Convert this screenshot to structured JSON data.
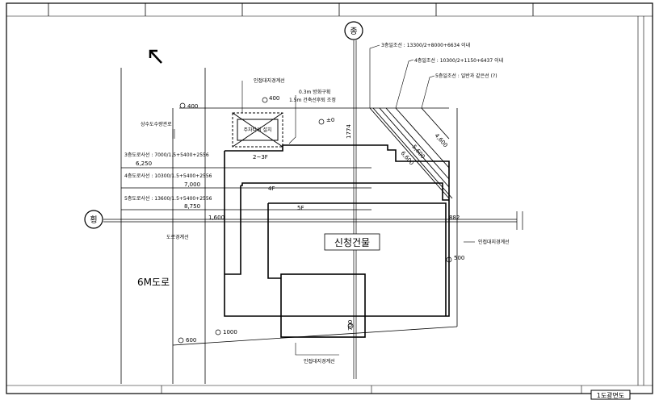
{
  "drawing": {
    "north_axis_label": "종",
    "west_axis_label": "횡",
    "road_label": "6M도로",
    "building_label": "신청건물",
    "stamp_label": "1도광면도"
  },
  "top_right_notes": {
    "line1": "3층일조선 : 13300/2+8000+6634 이내",
    "line2": "4층일조선 : 10300/2+1150+6437 이내",
    "line3": "5층일조선 : 일반과 같은선 (?)"
  },
  "left_notes": {
    "water_pipe": "상수도수량관로",
    "line_3f": "3층도로사선 : 7000/1.5+5400+2556",
    "dim_3f": "6,250",
    "line_4f": "4층도로사선 : 10300/1.5+5400+2556",
    "dim_4f": "7,000",
    "line_5f": "5층도로사선 : 13600/1.5+5400+2556",
    "dim_5f": "8,750",
    "road_boundary": "도로경계선"
  },
  "top_notes": {
    "site_boundary_top": "인접대지경계선",
    "front_distance": "0.3m 방화구획",
    "front_distance2": "1.5m 건축선후퇴 조정",
    "box_label": "주차타워 설치"
  },
  "right_notes": {
    "site_boundary_right": "인접대지경계선"
  },
  "bottom_notes": {
    "site_boundary_bottom": "인접대지경계선"
  },
  "dimensions": {
    "d_top_left": "400",
    "d_top_mid": "400",
    "d_left_1600": "1,600",
    "d_pt_10": "±0",
    "d_level_2": "2~3F",
    "d_level_4": "4F",
    "d_level_5": "5F",
    "d_882": "882",
    "d_1774": "1774",
    "d_500": "500",
    "d_1000": "1000",
    "d_600": "600",
    "d_700": "700",
    "diag_1": "4,600",
    "diag_2": "5,600",
    "diag_3": "6,600"
  }
}
